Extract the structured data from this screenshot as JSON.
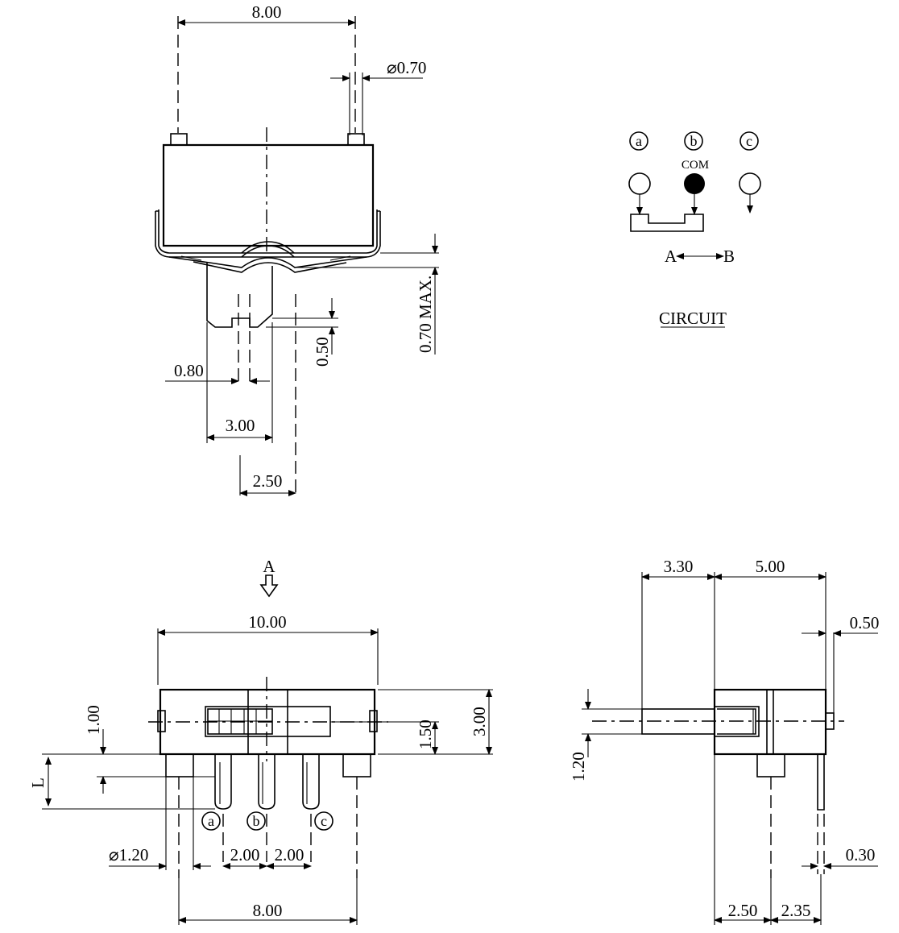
{
  "top_view": {
    "dim_pin_spacing": "8.00",
    "dim_pin_dia": "⌀0.70",
    "dim_max_height": "0.70 MAX.",
    "dim_step": "0.50",
    "dim_actuator_width": "0.80",
    "dim_actuator_length": "3.00",
    "dim_actuator_offset": "2.50"
  },
  "circuit": {
    "title": "CIRCUIT",
    "terminal_a": "a",
    "terminal_b": "b",
    "terminal_c": "c",
    "com_label": "COM",
    "dir_a": "A",
    "dir_b": "B"
  },
  "front_view": {
    "view_arrow": "A",
    "dim_width": "10.00",
    "dim_1_00": "1.00",
    "dim_1_50": "1.50",
    "dim_3_00": "3.00",
    "dim_L": "L",
    "dim_hole": "⌀1.20",
    "dim_pitch_1": "2.00",
    "dim_pitch_2": "2.00",
    "dim_mount": "8.00",
    "pin_a": "a",
    "pin_b": "b",
    "pin_c": "c"
  },
  "side_view": {
    "dim_3_30": "3.30",
    "dim_5_00": "5.00",
    "dim_0_50": "0.50",
    "dim_1_20": "1.20",
    "dim_0_30": "0.30",
    "dim_2_50": "2.50",
    "dim_2_35": "2.35"
  }
}
